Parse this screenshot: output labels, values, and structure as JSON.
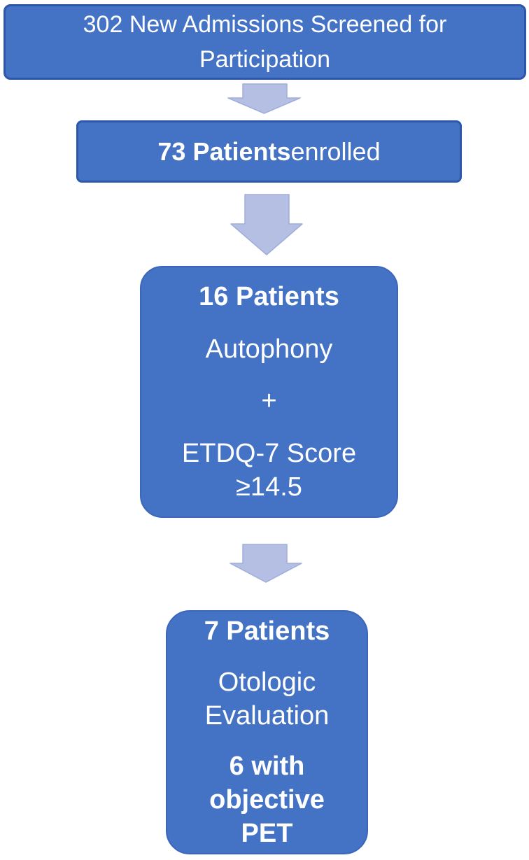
{
  "colors": {
    "node_fill": "#4472C4",
    "rect_node_border": "#2D57A9",
    "round_node_border": "#3B66BB",
    "arrow_fill": "#B4BFE3",
    "arrow_outline": "#9FAED9",
    "text": "#FFFFFF",
    "background": "#FFFFFF"
  },
  "flowchart": {
    "node1": {
      "text": "302 New  Admissions Screened for Participation"
    },
    "node2": {
      "count_label": "73 Patients",
      "suffix": " enrolled"
    },
    "node3": {
      "title": "16 Patients",
      "criterion1": "Autophony",
      "operator": "+",
      "criterion2_line1": "ETDQ-7 Score",
      "criterion2_line2": "≥14.5"
    },
    "node4": {
      "title": "7 Patients",
      "eval_line1": "Otologic",
      "eval_line2": "Evaluation",
      "result_line1": "6 with",
      "result_line2": "objective",
      "result_line3": "PET"
    }
  }
}
